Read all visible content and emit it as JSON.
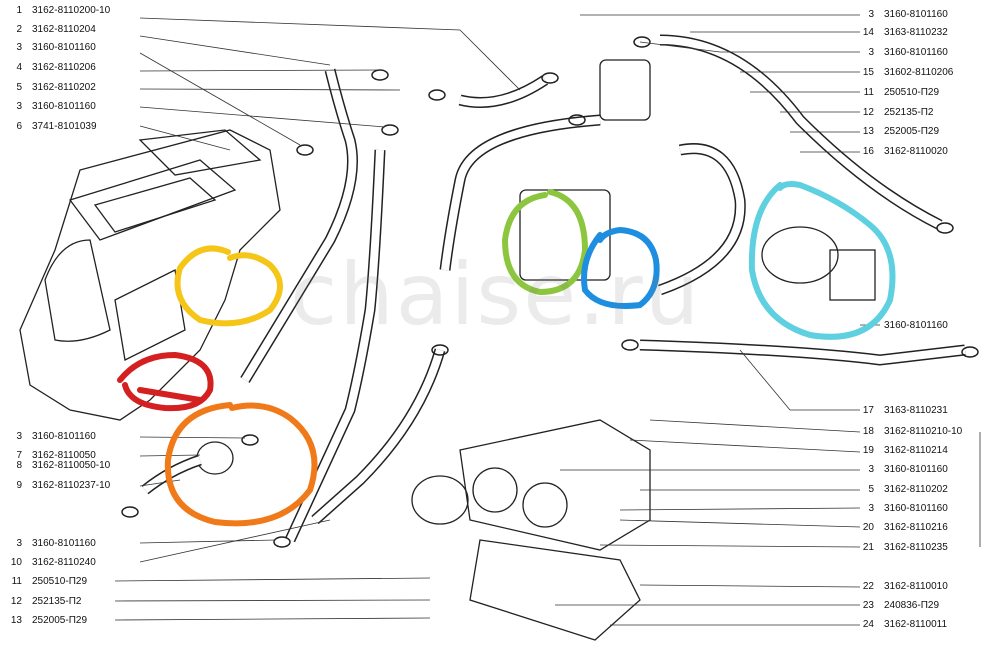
{
  "watermark": "chaise.ru",
  "left_labels": [
    {
      "num": "1",
      "code": "3162-8110200-10"
    },
    {
      "num": "2",
      "code": "3162-8110204"
    },
    {
      "num": "3",
      "code": "3160-8101160"
    },
    {
      "num": "4",
      "code": "3162-8110206"
    },
    {
      "num": "5",
      "code": "3162-8110202"
    },
    {
      "num": "3",
      "code": "3160-8101160"
    },
    {
      "num": "6",
      "code": "3741-8101039"
    },
    {
      "num": "3",
      "code": "3160-8101160"
    },
    {
      "num": "7",
      "code": "3162-8110050"
    },
    {
      "num": "8",
      "code": "3162-8110050-10"
    },
    {
      "num": "9",
      "code": "3162-8110237-10"
    },
    {
      "num": "3",
      "code": "3160-8101160"
    },
    {
      "num": "10",
      "code": "3162-8110240"
    },
    {
      "num": "11",
      "code": "250510-П29"
    },
    {
      "num": "12",
      "code": "252135-П2"
    },
    {
      "num": "13",
      "code": "252005-П29"
    }
  ],
  "right_labels": [
    {
      "num": "3",
      "code": "3160-8101160"
    },
    {
      "num": "14",
      "code": "3163-8110232"
    },
    {
      "num": "3",
      "code": "3160-8101160"
    },
    {
      "num": "15",
      "code": "31602-8110206"
    },
    {
      "num": "11",
      "code": "250510-П29"
    },
    {
      "num": "12",
      "code": "252135-П2"
    },
    {
      "num": "13",
      "code": "252005-П29"
    },
    {
      "num": "16",
      "code": "3162-8110020"
    },
    {
      "num": "",
      "code": "3160-8101160"
    },
    {
      "num": "17",
      "code": "3163-8110231"
    },
    {
      "num": "18",
      "code": "3162-8110210-10"
    },
    {
      "num": "19",
      "code": "3162-8110214"
    },
    {
      "num": "3",
      "code": "3160-8101160"
    },
    {
      "num": "5",
      "code": "3162-8110202"
    },
    {
      "num": "3",
      "code": "3160-8101160"
    },
    {
      "num": "20",
      "code": "3162-8110216"
    },
    {
      "num": "21",
      "code": "3162-8110235"
    },
    {
      "num": "22",
      "code": "3162-8110010"
    },
    {
      "num": "23",
      "code": "240836-П29"
    },
    {
      "num": "24",
      "code": "3162-8110011"
    }
  ],
  "highlight_colors": {
    "yellow": "#f5c518",
    "red": "#d42020",
    "orange": "#f07a1a",
    "green": "#8cc63f",
    "blue": "#1e8fe0",
    "cyan": "#5fd0e0"
  }
}
